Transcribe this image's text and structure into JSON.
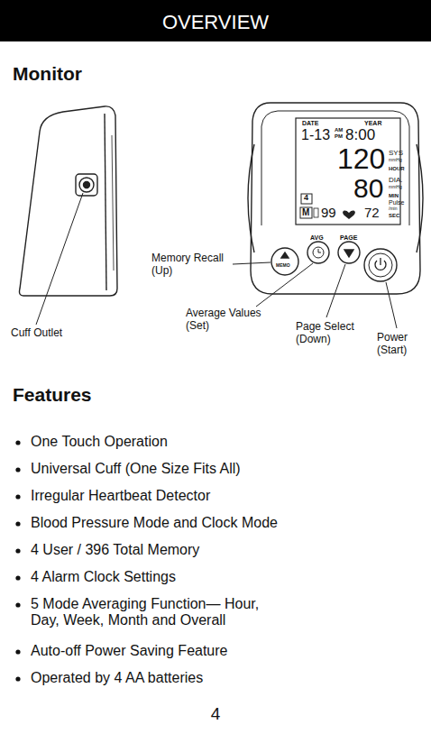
{
  "diagram": {
    "title": "OVERVIEW",
    "labels": [
      "Monitor",
      "DATE",
      "YEAR",
      "1-13",
      "AM",
      "PM",
      "8:00",
      "120",
      "SYS",
      "mmHg",
      "HOUR",
      "80",
      "DIA.",
      "mmHg",
      "MIN",
      "Pulse",
      "/min",
      "SEC",
      "4",
      "M",
      "99",
      "72",
      "AVG",
      "PAGE",
      "MEMO",
      "Memory Recall (Up)",
      "Average Values (Set)",
      "Page Select (Down)",
      "Power (Start)",
      "Cuff Outlet",
      "Features",
      "One Touch Operation",
      "Universal Cuff (One Size Fits All)",
      "Irregular Heartbeat Detector",
      "Blood Pressure Mode and Clock Mode",
      "4 User / 396 Total Memory",
      "4 Alarm Clock Settings",
      "5 Mode Averaging Function— Hour, Day, Week, Month and Overall",
      "Auto-off Power Saving Feature",
      "Operated by 4 AA batteries",
      "4"
    ]
  }
}
